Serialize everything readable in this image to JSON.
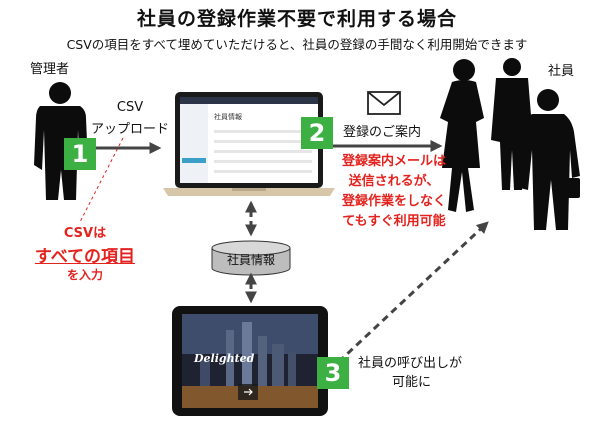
{
  "header": {
    "title": "社員の登録作業不要で利用する場合",
    "subtitle": "CSVの項目をすべて埋めていただけると、社員の登録の手間なく利用開始できます"
  },
  "actors": {
    "admin_label": "管理者",
    "employees_label": "社員"
  },
  "steps": [
    {
      "number": "1",
      "label_line1": "CSV",
      "label_line2": "アップロード"
    },
    {
      "number": "2",
      "label": "登録のご案内"
    },
    {
      "number": "3",
      "label_line1": "社員の呼び出しが",
      "label_line2": "可能に"
    }
  ],
  "csv_note": {
    "line1": "CSVは",
    "emphasis": "すべての項目",
    "line3": "を入力"
  },
  "mail_note": {
    "line1": "登録案内メールは",
    "line2": "送信されるが、",
    "line3": "登録作業をしなく",
    "line4": "てもすぐ利用可能"
  },
  "database": {
    "label": "社員情報"
  },
  "laptop_screen": {
    "header": "社員情報"
  },
  "tablet_screen": {
    "logo": "Delighted"
  },
  "colors": {
    "badge": "#3cb043",
    "alert": "#e4231f",
    "arrow": "#444444"
  }
}
